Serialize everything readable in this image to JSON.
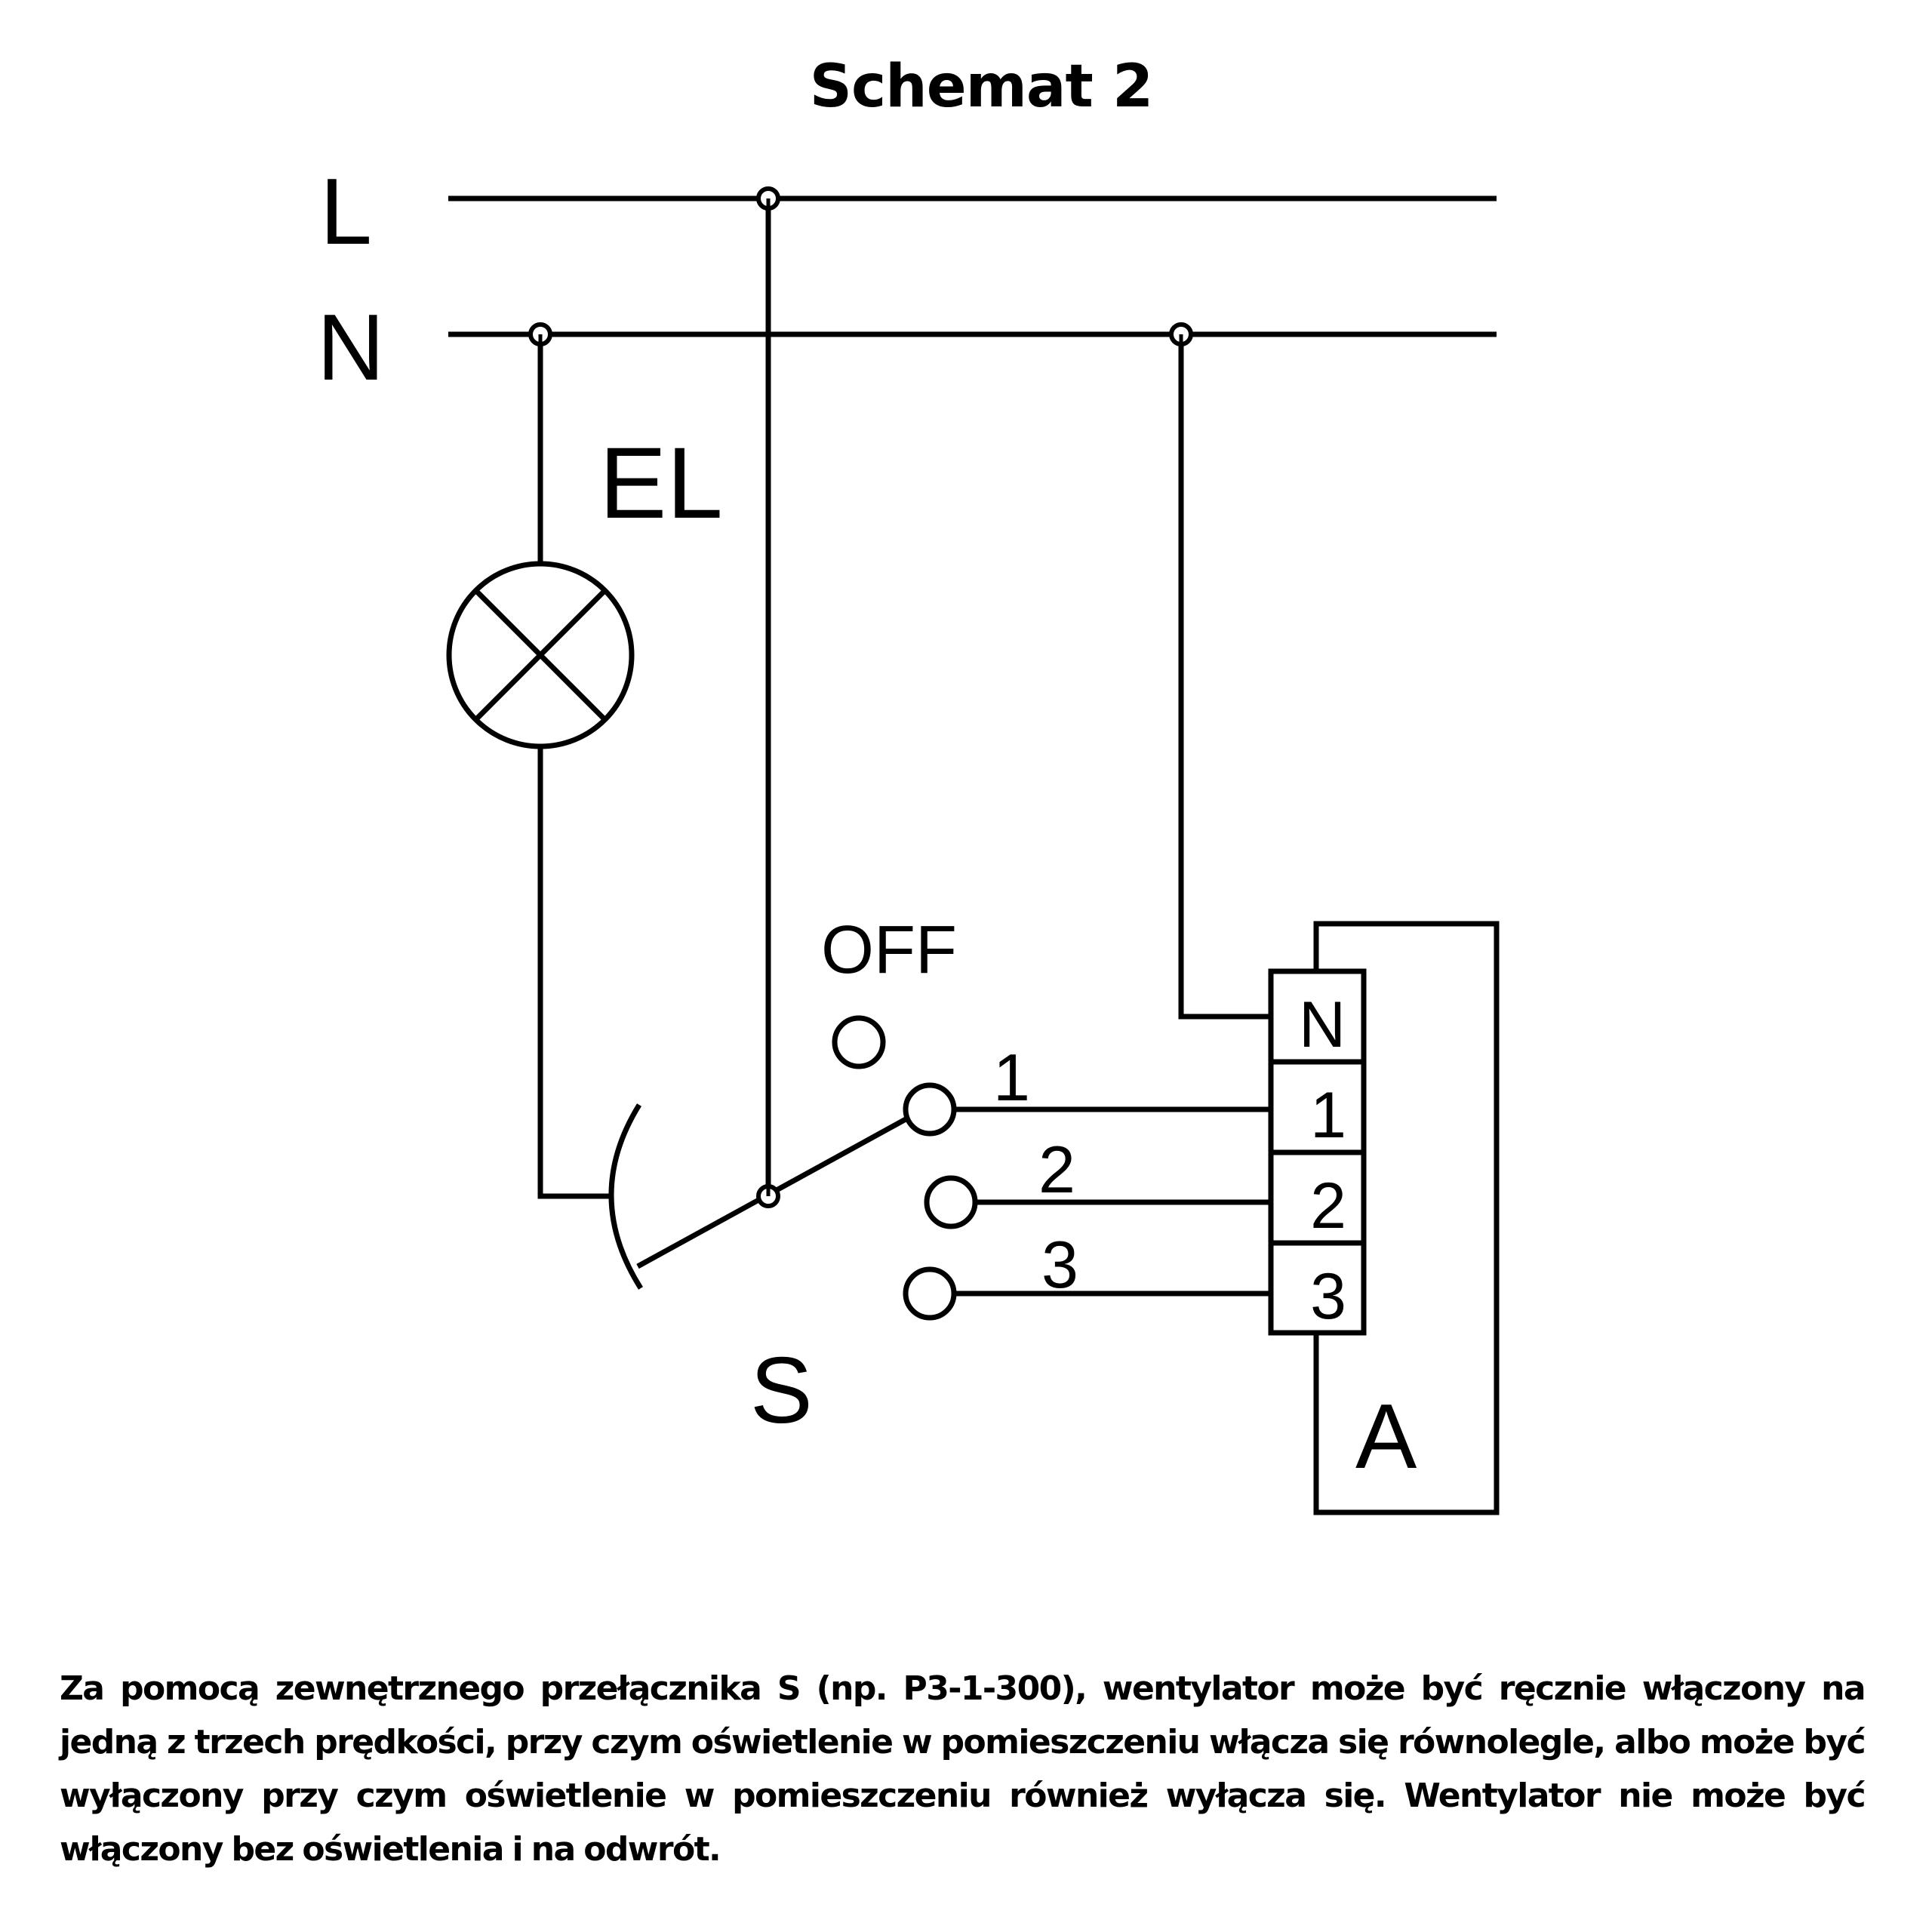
{
  "title": "Schemat 2",
  "labels": {
    "line_L": "L",
    "line_N": "N",
    "lamp": "EL",
    "switch": "S",
    "switch_off": "OFF",
    "fan": "A",
    "wire_1": "1",
    "wire_2": "2",
    "wire_3": "3"
  },
  "terminal_block": {
    "terminals": [
      "N",
      "1",
      "2",
      "3"
    ]
  },
  "switch_positions": [
    "OFF",
    "1",
    "2",
    "3"
  ],
  "switch_selected_position": "1",
  "description": "Za pomocą zewnętrznego przełącznika S (np. P3-1-300), wentylator może być ręcznie włączony na jedną z trzech prędkości, przy czym oświetlenie w pomieszczeniu włącza się równolegle, albo może być wyłączony przy czym oświetlenie w pomieszczeniu również wyłącza się. Wentylator nie może być włączony bez oświetlenia i na odwrót."
}
